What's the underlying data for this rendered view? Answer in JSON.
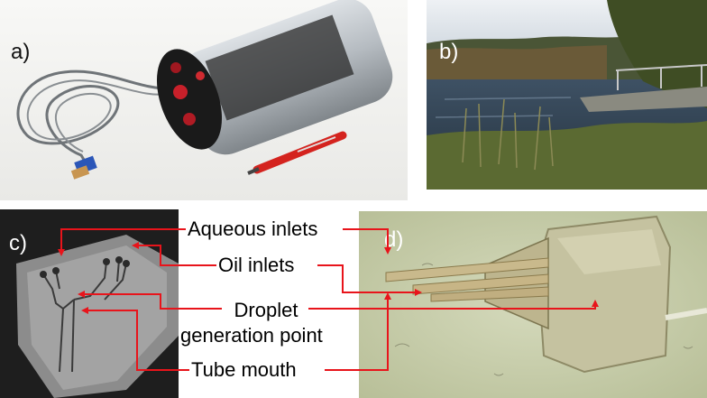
{
  "panels": {
    "a": {
      "label": "a)"
    },
    "b": {
      "label": "b)"
    },
    "c": {
      "label": "c)"
    },
    "d": {
      "label": "d)"
    }
  },
  "annotations": {
    "aqueous_inlets": "Aqueous inlets",
    "oil_inlets": "Oil inlets",
    "droplet_line1": "Droplet",
    "droplet_line2": "generation point",
    "tube_mouth": "Tube mouth"
  },
  "colors": {
    "arrow": "#e8141b",
    "device_body": "#1a1a1a",
    "water": "#4a6176"
  }
}
